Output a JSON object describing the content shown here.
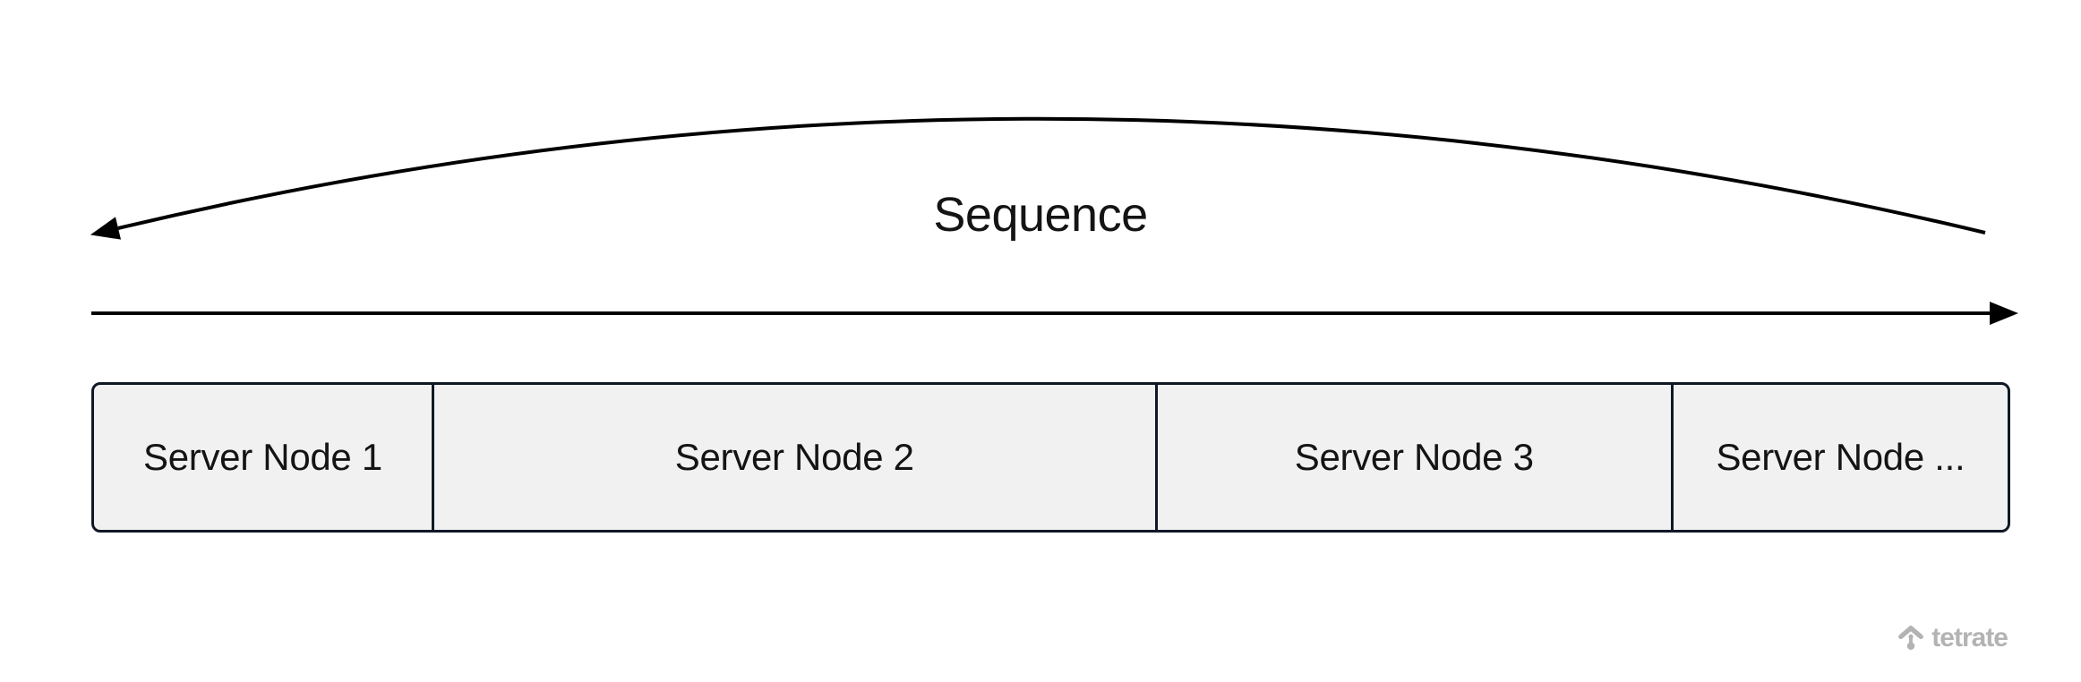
{
  "diagram": {
    "sequence_label": "Sequence",
    "nodes": [
      {
        "label": "Server Node 1"
      },
      {
        "label": "Server Node 2"
      },
      {
        "label": "Server Node 3"
      },
      {
        "label": "Server Node ..."
      }
    ]
  },
  "branding": {
    "logo_text": "tetrate",
    "logo_icon": "tetrate-mark-icon"
  },
  "colors": {
    "line": "#000000",
    "node_fill": "#f1f1f2",
    "node_border": "#101826",
    "text": "#141414",
    "logo_gray": "#b3b3b3"
  }
}
